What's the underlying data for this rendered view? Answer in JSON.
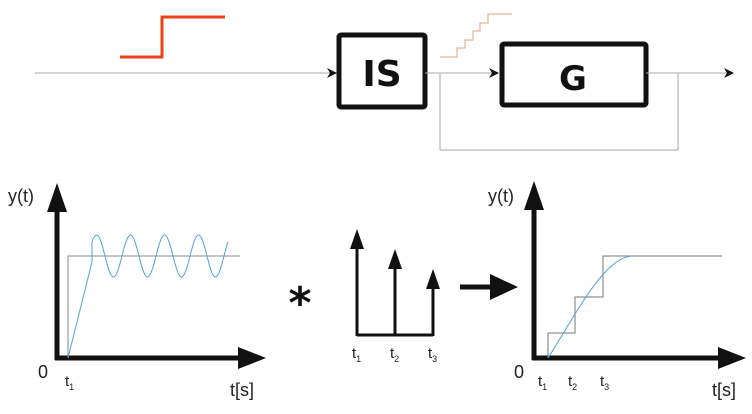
{
  "block_diagram": {
    "sampler_label": "IS",
    "plant_label": "G",
    "colors": {
      "step_input": "#e8431a",
      "staircase": "#e0a080",
      "signal_line": "#999999",
      "block_border": "#111111"
    }
  },
  "left_plot": {
    "y_label": "y(t)",
    "x_label": "t[s]",
    "origin_label": "0",
    "tick": "t",
    "tick_sub": "1"
  },
  "operator": "*",
  "impulses": {
    "labels": [
      {
        "t": "t",
        "sub": "1"
      },
      {
        "t": "t",
        "sub": "2"
      },
      {
        "t": "t",
        "sub": "3"
      }
    ]
  },
  "right_plot": {
    "y_label": "y(t)",
    "x_label": "t[s]",
    "origin_label": "0",
    "ticks": [
      {
        "t": "t",
        "sub": "1"
      },
      {
        "t": "t",
        "sub": "2"
      },
      {
        "t": "t",
        "sub": "3"
      }
    ]
  },
  "colors": {
    "response_curve": "#4fa3d9",
    "step_reference": "#888888"
  }
}
